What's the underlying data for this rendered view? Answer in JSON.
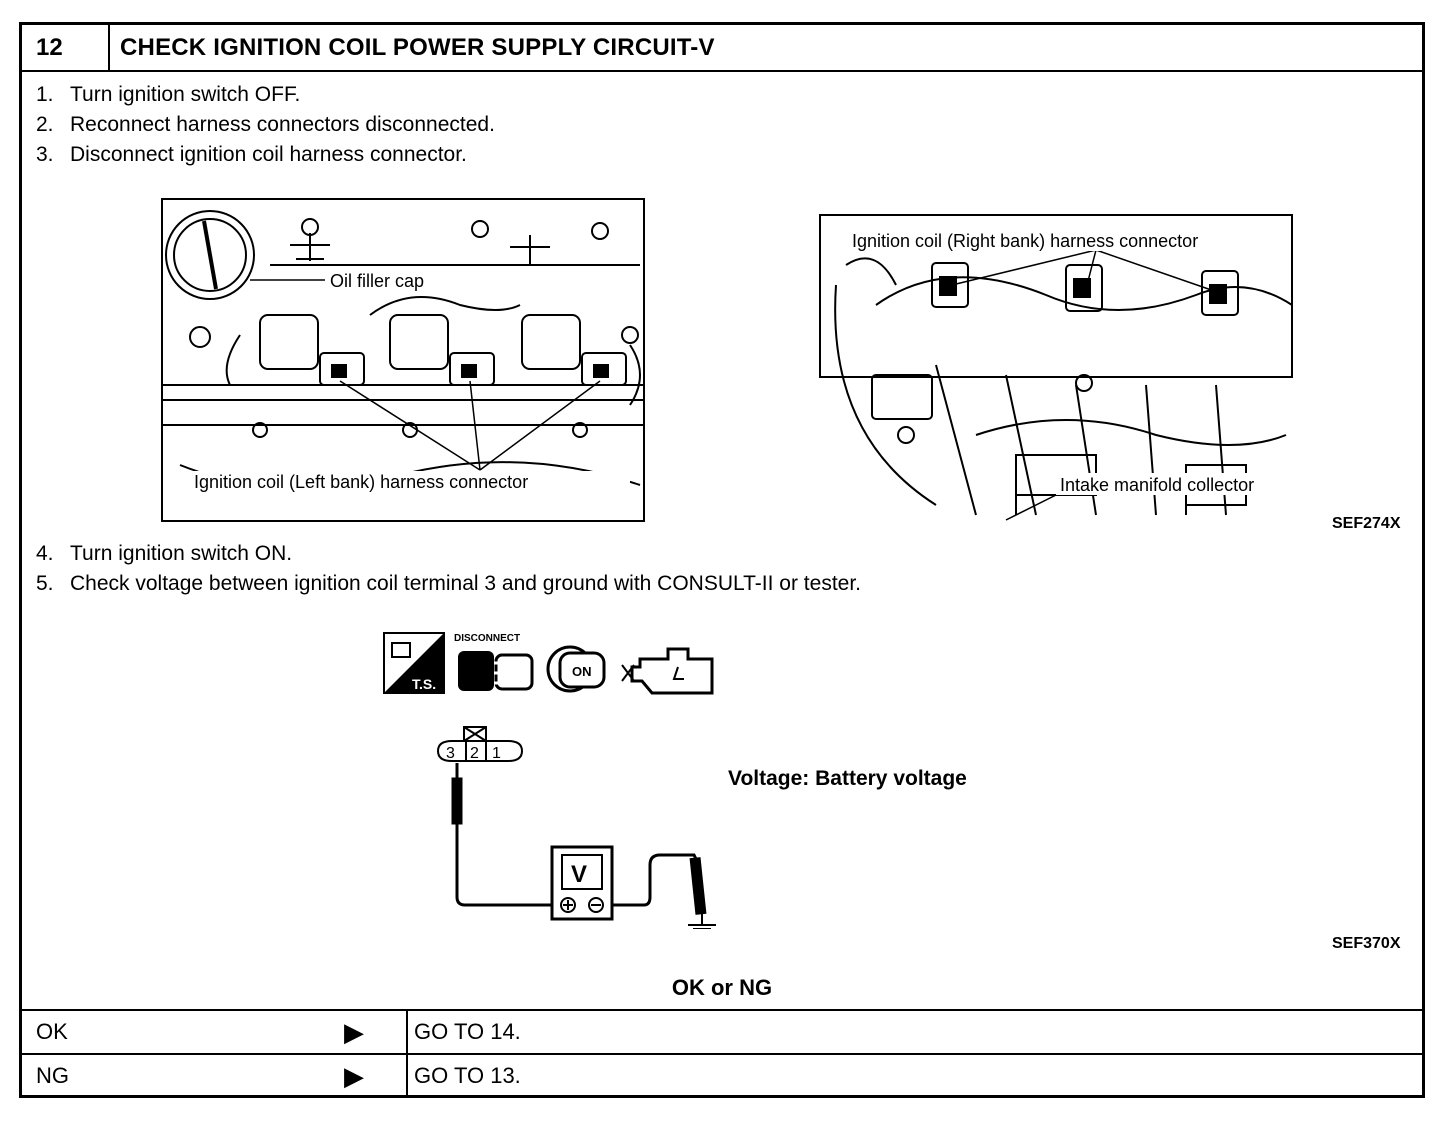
{
  "header": {
    "number": "12",
    "title": "CHECK IGNITION COIL POWER SUPPLY CIRCUIT-V"
  },
  "steps_a": [
    {
      "n": "1.",
      "text": "Turn ignition switch OFF."
    },
    {
      "n": "2.",
      "text": "Reconnect harness connectors disconnected."
    },
    {
      "n": "3.",
      "text": "Disconnect ignition coil harness connector."
    }
  ],
  "figure1": {
    "label_oil_filler": "Oil filler cap",
    "label_left_bank": "Ignition coil (Left bank) harness connector",
    "label_right_bank": "Ignition coil (Right bank) harness connector",
    "label_intake": "Intake manifold collector",
    "code": "SEF274X"
  },
  "steps_b": [
    {
      "n": "4.",
      "text": "Turn ignition switch ON."
    },
    {
      "n": "5.",
      "text": "Check voltage between ignition coil terminal 3 and ground with CONSULT-II or tester."
    }
  ],
  "figure2": {
    "icon_ts": "T.S.",
    "icon_disconnect": "DISCONNECT",
    "icon_on": "ON",
    "terminals": [
      "3",
      "2",
      "1"
    ],
    "meter": "V",
    "voltage_spec": "Voltage: Battery voltage",
    "code": "SEF370X"
  },
  "result": {
    "title": "OK or NG",
    "rows": [
      {
        "label": "OK",
        "action": "GO TO 14."
      },
      {
        "label": "NG",
        "action": "GO TO 13."
      }
    ]
  },
  "icons": {
    "arrow": "play-arrow-icon",
    "ts_icon": "tester-ts-icon",
    "disconnect_icon": "connector-disconnect-icon",
    "key_icon": "ignition-key-on-icon",
    "engine_icon": "engine-icon"
  }
}
